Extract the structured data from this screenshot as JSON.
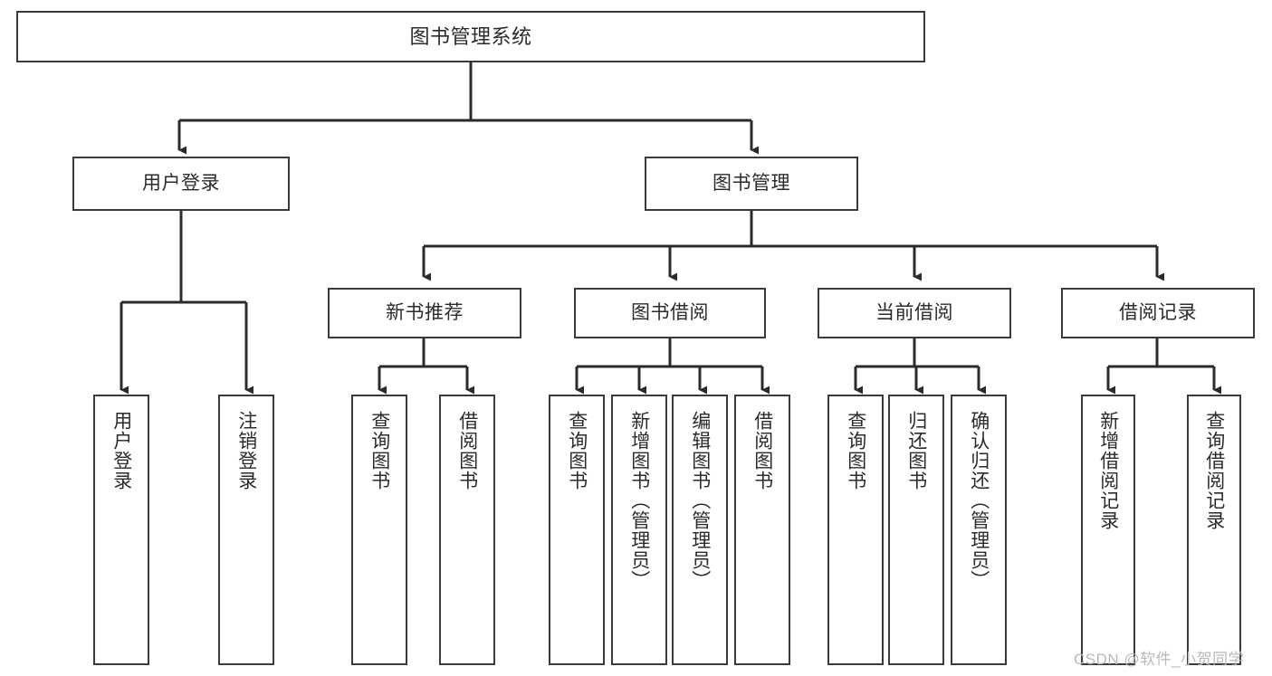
{
  "diagram": {
    "title": "图书管理系统",
    "type": "tree-hierarchy-functional-decomposition",
    "orientation": "top-down",
    "colors": {
      "background": "#ffffff",
      "box_border": "#3a3a3a",
      "box_fill": "#ffffff",
      "text": "#2b2b2b",
      "connector": "#2b2b2b",
      "watermark": "#b9b9b9"
    },
    "levels": {
      "level1": "系统",
      "level2": "模块",
      "level3": "子模块",
      "level4": "功能"
    },
    "root": {
      "label": "图书管理系统",
      "text_direction": "horizontal"
    },
    "level2": [
      {
        "label": "用户登录",
        "text_direction": "horizontal"
      },
      {
        "label": "图书管理",
        "text_direction": "horizontal"
      }
    ],
    "level3": [
      {
        "label": "新书推荐",
        "parent": "图书管理",
        "text_direction": "horizontal"
      },
      {
        "label": "图书借阅",
        "parent": "图书管理",
        "text_direction": "horizontal"
      },
      {
        "label": "当前借阅",
        "parent": "图书管理",
        "text_direction": "horizontal"
      },
      {
        "label": "借阅记录",
        "parent": "图书管理",
        "text_direction": "horizontal"
      }
    ],
    "leaves": [
      {
        "label": "用户登录",
        "parent": "用户登录",
        "text_direction": "vertical"
      },
      {
        "label": "注销登录",
        "parent": "用户登录",
        "text_direction": "vertical"
      },
      {
        "label": "查询图书",
        "parent": "新书推荐",
        "text_direction": "vertical"
      },
      {
        "label": "借阅图书",
        "parent": "新书推荐",
        "text_direction": "vertical"
      },
      {
        "label": "查询图书",
        "parent": "图书借阅",
        "text_direction": "vertical"
      },
      {
        "label": "新增图书（管理员）",
        "parent": "图书借阅",
        "text_direction": "vertical"
      },
      {
        "label": "编辑图书（管理员）",
        "parent": "图书借阅",
        "text_direction": "vertical"
      },
      {
        "label": "借阅图书",
        "parent": "图书借阅",
        "text_direction": "vertical"
      },
      {
        "label": "查询图书",
        "parent": "当前借阅",
        "text_direction": "vertical"
      },
      {
        "label": "归还图书",
        "parent": "当前借阅",
        "text_direction": "vertical"
      },
      {
        "label": "确认归还（管理员）",
        "parent": "当前借阅",
        "text_direction": "vertical"
      },
      {
        "label": "新增借阅记录",
        "parent": "借阅记录",
        "text_direction": "vertical"
      },
      {
        "label": "查询借阅记录",
        "parent": "借阅记录",
        "text_direction": "vertical"
      }
    ]
  },
  "watermark": {
    "text": "CSDN @软件_小贺同学"
  }
}
